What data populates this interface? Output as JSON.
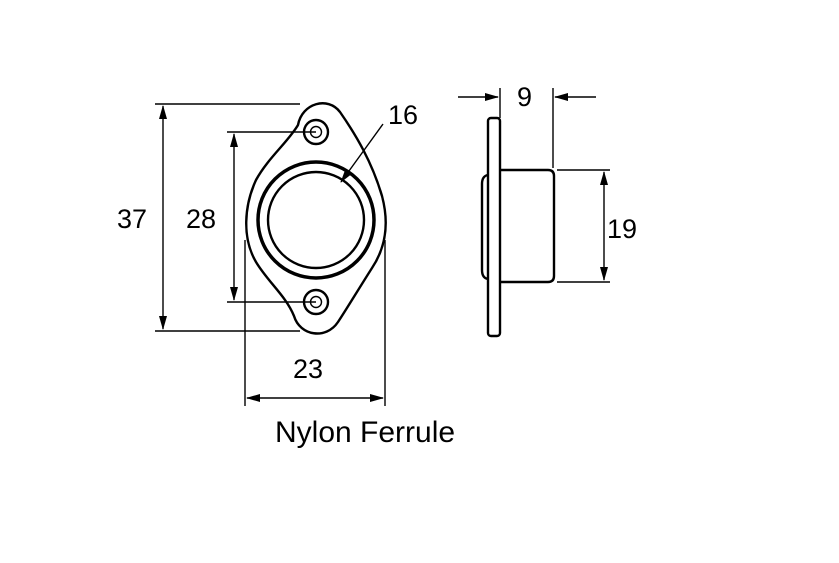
{
  "caption": "Nylon Ferrule",
  "dimensions": {
    "overall_height": "37",
    "hole_centres": "28",
    "bore_diameter": "16",
    "flange_width": "23",
    "depth": "9",
    "outer_diameter": "19"
  },
  "colors": {
    "line": "#000000",
    "background": "#ffffff"
  }
}
